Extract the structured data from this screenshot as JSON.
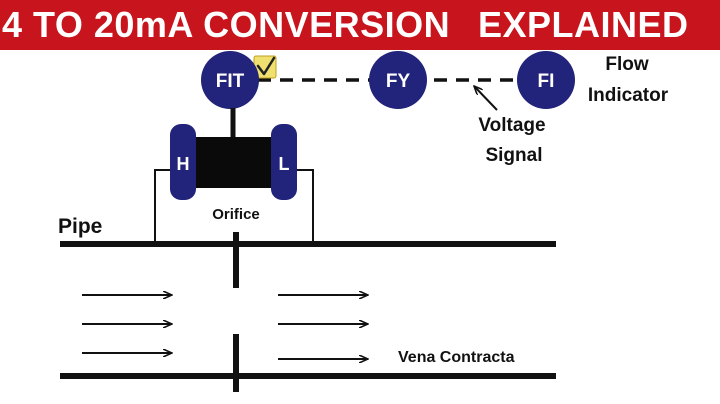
{
  "banner": {
    "left_text": "4 TO 20mA CONVERSION",
    "right_text": "EXPLAINED",
    "background": "#c8141c",
    "text_color": "#ffffff"
  },
  "instruments": {
    "fit": "FIT",
    "fy": "FY",
    "fi": "FI",
    "high_side": "H",
    "low_side": "L",
    "circle_color": "#22237a"
  },
  "labels": {
    "flow_line1": "Flow",
    "flow_line2": "Indicator",
    "voltage_line1": "Voltage",
    "voltage_line2": "Signal",
    "orifice": "Orifice",
    "pipe": "Pipe",
    "vena_contracta": "Vena Contracta"
  },
  "icons": {
    "check": "checkmark-icon"
  }
}
